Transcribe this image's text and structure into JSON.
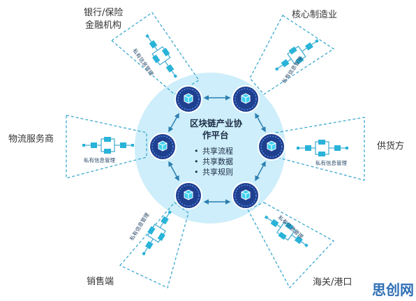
{
  "colors": {
    "hub_fill": "#cdeefa",
    "node_fill": "#1f3f8f",
    "accent": "#29b3d8",
    "dash": "#3ea9cf",
    "arrow": "#2d7fb0"
  },
  "hub": {
    "title_line1": "区块链产业协",
    "title_line2": "作平台",
    "bullets": [
      "共享流程",
      "共享数据",
      "共享规则"
    ]
  },
  "participants": [
    {
      "id": "bank",
      "label_line1": "银行/保险",
      "label_line2": "金融机构",
      "private_label": "私有信息管理"
    },
    {
      "id": "manufacturing",
      "label_line1": "核心制造业",
      "private_label": "私有信息管理"
    },
    {
      "id": "logistics",
      "label_line1": "物流服务商",
      "private_label": "私有信息管理"
    },
    {
      "id": "supplier",
      "label_line1": "供货方",
      "private_label": "私有信息管理"
    },
    {
      "id": "sales",
      "label_line1": "销售端",
      "private_label": "私有信息管理"
    },
    {
      "id": "port",
      "label_line1": "海关/港口",
      "private_label": "私有信息管理"
    }
  ],
  "watermark": "思创网"
}
